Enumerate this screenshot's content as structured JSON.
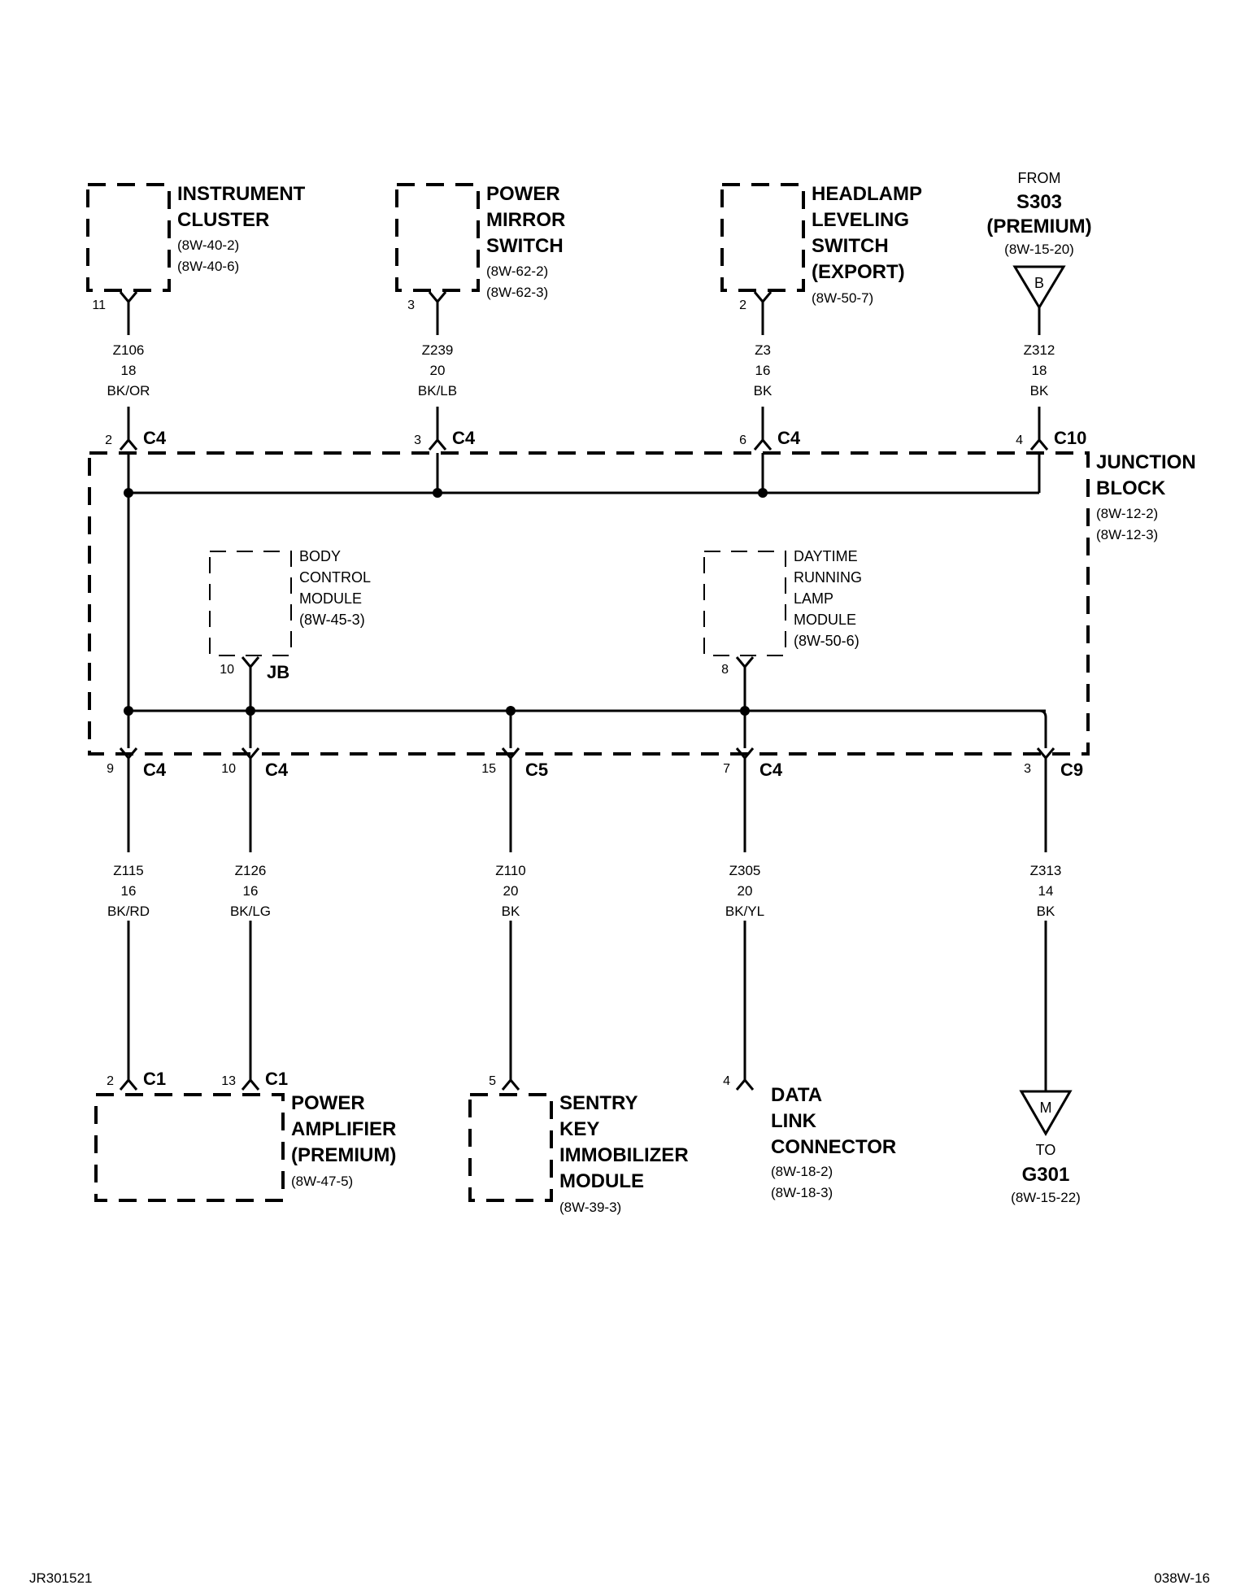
{
  "components": {
    "instrument_cluster": {
      "name": [
        "INSTRUMENT",
        "CLUSTER"
      ],
      "refs": [
        "(8W-40-2)",
        "(8W-40-6)"
      ],
      "pin": "11"
    },
    "power_mirror_switch": {
      "name": [
        "POWER",
        "MIRROR",
        "SWITCH"
      ],
      "refs": [
        "(8W-62-2)",
        "(8W-62-3)"
      ],
      "pin": "3"
    },
    "headlamp_leveling_switch": {
      "name": [
        "HEADLAMP",
        "LEVELING",
        "SWITCH",
        "(EXPORT)"
      ],
      "refs": [
        "(8W-50-7)"
      ],
      "pin": "2"
    },
    "from_s303": {
      "from": "FROM",
      "splice": "S303",
      "qualifier": "(PREMIUM)",
      "ref": "(8W-15-20)",
      "tag": "B"
    },
    "junction_block": {
      "name": [
        "JUNCTION",
        "BLOCK"
      ],
      "refs": [
        "(8W-12-2)",
        "(8W-12-3)"
      ]
    },
    "body_control_module": {
      "name": [
        "BODY",
        "CONTROL",
        "MODULE"
      ],
      "ref": "(8W-45-3)",
      "pin": "10",
      "connector": "JB"
    },
    "drl_module": {
      "name": [
        "DAYTIME",
        "RUNNING",
        "LAMP",
        "MODULE"
      ],
      "ref": "(8W-50-6)",
      "pin": "8"
    },
    "power_amplifier": {
      "name": [
        "POWER",
        "AMPLIFIER",
        "(PREMIUM)"
      ],
      "ref": "(8W-47-5)",
      "pins": [
        {
          "pin": "2",
          "connector": "C1"
        },
        {
          "pin": "13",
          "connector": "C1"
        }
      ]
    },
    "sentry_key": {
      "name": [
        "SENTRY",
        "KEY",
        "IMMOBILIZER",
        "MODULE"
      ],
      "ref": "(8W-39-3)",
      "pin": "5"
    },
    "data_link_connector": {
      "name": [
        "DATA",
        "LINK",
        "CONNECTOR"
      ],
      "refs": [
        "(8W-18-2)",
        "(8W-18-3)"
      ],
      "pin": "4"
    },
    "to_g301": {
      "to": "TO",
      "ground": "G301",
      "ref": "(8W-15-22)",
      "tag": "M"
    }
  },
  "jb_top_connectors": [
    {
      "pin": "2",
      "connector": "C4"
    },
    {
      "pin": "3",
      "connector": "C4"
    },
    {
      "pin": "6",
      "connector": "C4"
    },
    {
      "pin": "4",
      "connector": "C10"
    }
  ],
  "jb_bottom_connectors": [
    {
      "pin": "9",
      "connector": "C4"
    },
    {
      "pin": "10",
      "connector": "C4"
    },
    {
      "pin": "15",
      "connector": "C5"
    },
    {
      "pin": "7",
      "connector": "C4"
    },
    {
      "pin": "3",
      "connector": "C9"
    }
  ],
  "wires_top": [
    {
      "circuit": "Z106",
      "gauge": "18",
      "color": "BK/OR"
    },
    {
      "circuit": "Z239",
      "gauge": "20",
      "color": "BK/LB"
    },
    {
      "circuit": "Z3",
      "gauge": "16",
      "color": "BK"
    },
    {
      "circuit": "Z312",
      "gauge": "18",
      "color": "BK"
    }
  ],
  "wires_bottom": [
    {
      "circuit": "Z115",
      "gauge": "16",
      "color": "BK/RD"
    },
    {
      "circuit": "Z126",
      "gauge": "16",
      "color": "BK/LG"
    },
    {
      "circuit": "Z110",
      "gauge": "20",
      "color": "BK"
    },
    {
      "circuit": "Z305",
      "gauge": "20",
      "color": "BK/YL"
    },
    {
      "circuit": "Z313",
      "gauge": "14",
      "color": "BK"
    }
  ],
  "footer": {
    "left": "JR301521",
    "right": "038W-16"
  }
}
